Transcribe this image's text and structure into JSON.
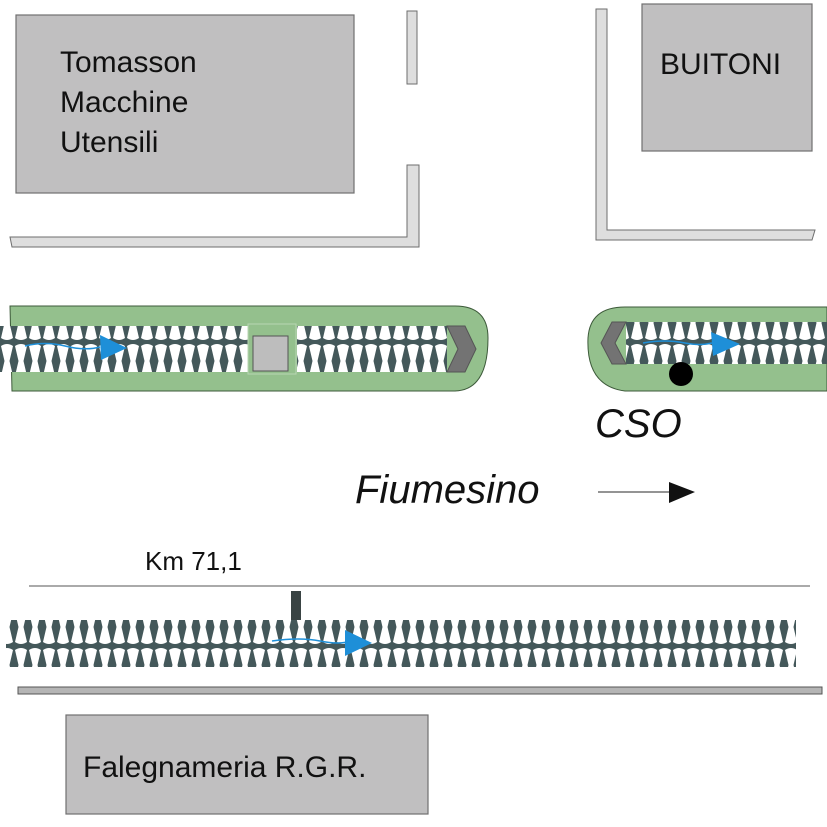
{
  "colors": {
    "building_fill": "#c0bfc0",
    "building_stroke": "#707070",
    "wall_fill": "#dedede",
    "wall_stroke": "#6e6e6e",
    "green_bank": "#94c08d",
    "pipe_dark": "#44585a",
    "pipe_light": "#ffffff",
    "flow_blue": "#1e8fd8",
    "cap_gray": "#737373",
    "cso_dot": "#000000",
    "text": "#111111"
  },
  "buildings": {
    "tomasson": {
      "lines": [
        "Tomasson",
        "Macchine",
        "Utensili"
      ]
    },
    "buitoni": {
      "label": "BUITONI"
    },
    "falegnameria": {
      "label": "Falegnameria R.G.R."
    }
  },
  "labels": {
    "cso": "CSO",
    "river": "Fiumesino",
    "km": "Km 71,1"
  },
  "flow": {
    "direction": "east"
  }
}
